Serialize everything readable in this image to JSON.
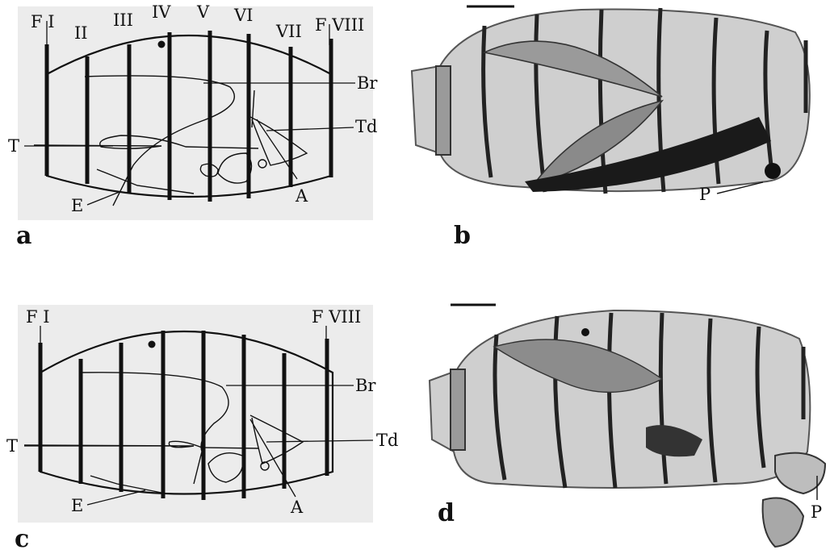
{
  "panels": {
    "a": {
      "letter": "a",
      "segment_labels": [
        "F I",
        "II",
        "III",
        "IV",
        "V",
        "VI",
        "VII",
        "F VIII"
      ],
      "callouts": {
        "br": "Br",
        "td": "Td",
        "t": "T",
        "e": "E",
        "a": "A"
      }
    },
    "b": {
      "letter": "b",
      "callouts": {
        "p": "P"
      }
    },
    "c": {
      "letter": "c",
      "segment_labels": [
        "F I",
        "F VIII"
      ],
      "callouts": {
        "br": "Br",
        "td": "Td",
        "t": "T",
        "e": "E",
        "a": "A"
      }
    },
    "d": {
      "letter": "d",
      "callouts": {
        "p": "P"
      }
    }
  },
  "colors": {
    "schematic_background": "#ececec",
    "ink": "#111111",
    "photo_body": "#c9c9c9",
    "photo_dark": "#1a1a1a"
  }
}
